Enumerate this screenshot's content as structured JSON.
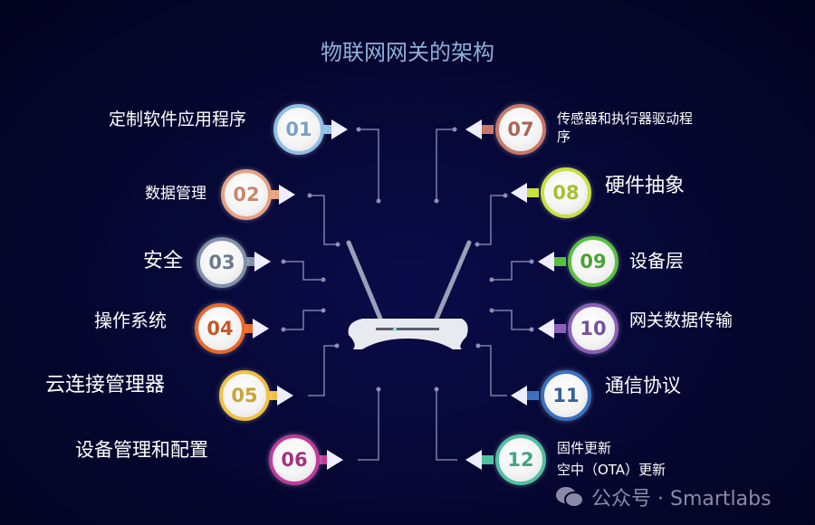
{
  "title": "物联网网关的架构",
  "left_items": [
    {
      "num": "01",
      "label": "定制软件应用程序",
      "color": "#8fbfe8"
    },
    {
      "num": "02",
      "label": "数据管理",
      "color": "#e8a080"
    },
    {
      "num": "03",
      "label": "安全",
      "color": "#8090a8"
    },
    {
      "num": "04",
      "label": "操作系统",
      "color": "#e8682a"
    },
    {
      "num": "05",
      "label": "云连接管理器",
      "color": "#f0c040"
    },
    {
      "num": "06",
      "label": "设备管理和配置",
      "color": "#c03a9a"
    }
  ],
  "right_items": [
    {
      "num": "07",
      "label": "传感器和执行器驱动程",
      "label2": "序",
      "color": "#c87868"
    },
    {
      "num": "08",
      "label": "硬件抽象",
      "color": "#c8e040"
    },
    {
      "num": "09",
      "label": "设备层",
      "color": "#58c040"
    },
    {
      "num": "10",
      "label": "网关数据传输",
      "color": "#8a60b8"
    },
    {
      "num": "11",
      "label": "通信协议",
      "color": "#3a70c0"
    },
    {
      "num": "12",
      "label": "固件更新",
      "label2": "空中（OTA）更新",
      "color": "#50c0a0"
    }
  ],
  "watermark": "公众号 · Smartlabs"
}
